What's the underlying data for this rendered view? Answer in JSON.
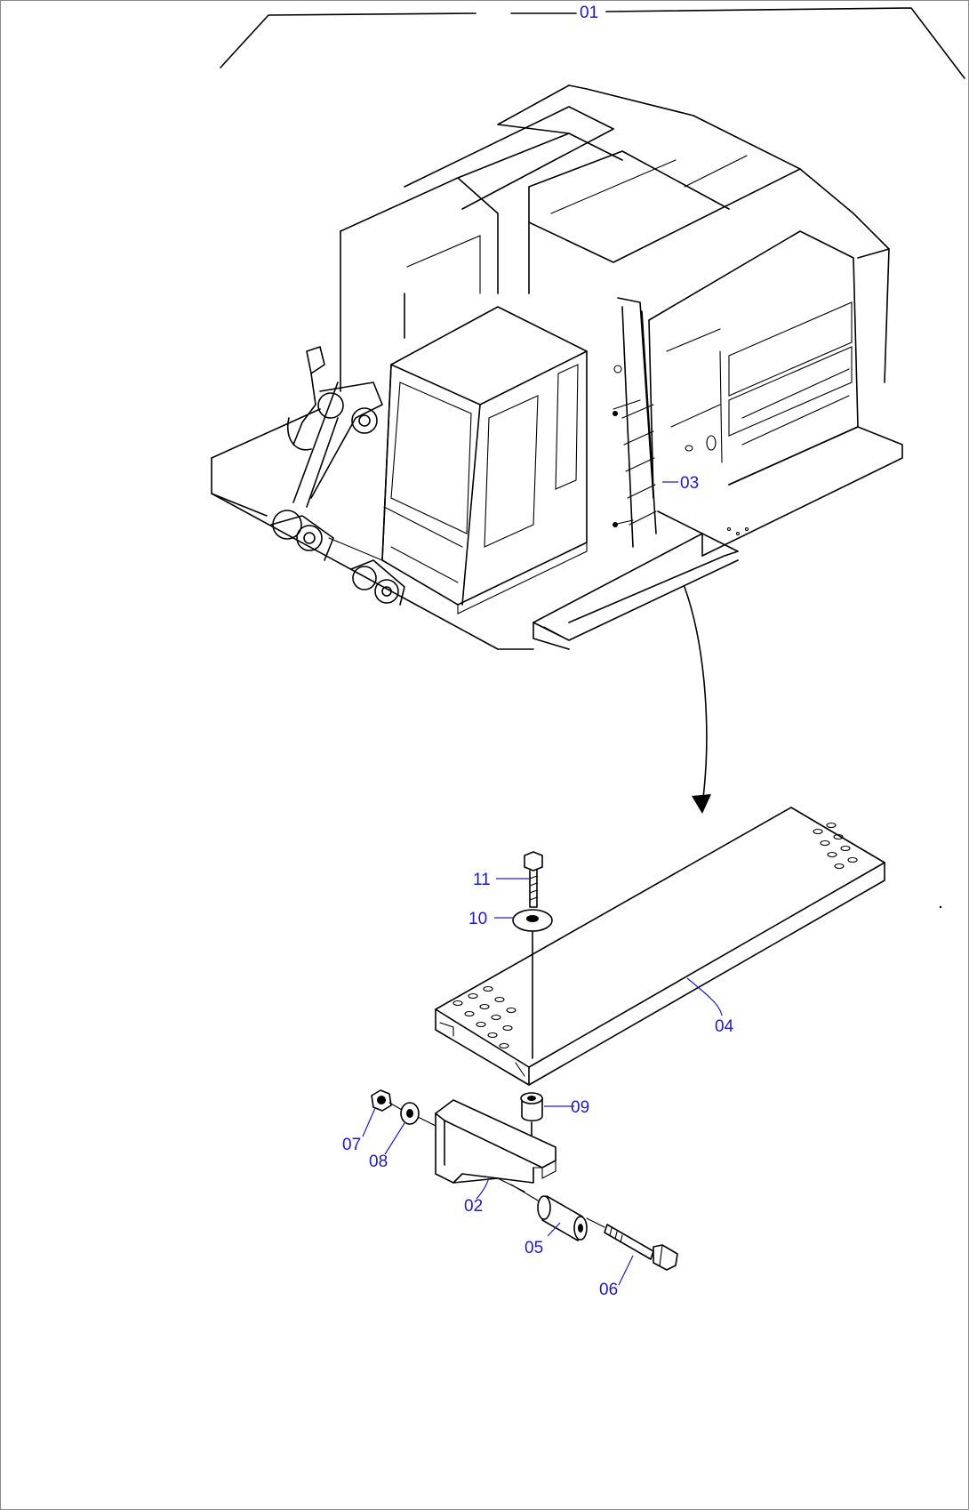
{
  "labels": {
    "p01": "01",
    "p02": "02",
    "p03": "03",
    "p04": "04",
    "p05": "05",
    "p06": "06",
    "p07": "07",
    "p08": "08",
    "p09": "09",
    "p10": "10",
    "p11": "11"
  },
  "colors": {
    "label": "#1a1ad0",
    "line": "#000000",
    "background": "#ffffff"
  }
}
